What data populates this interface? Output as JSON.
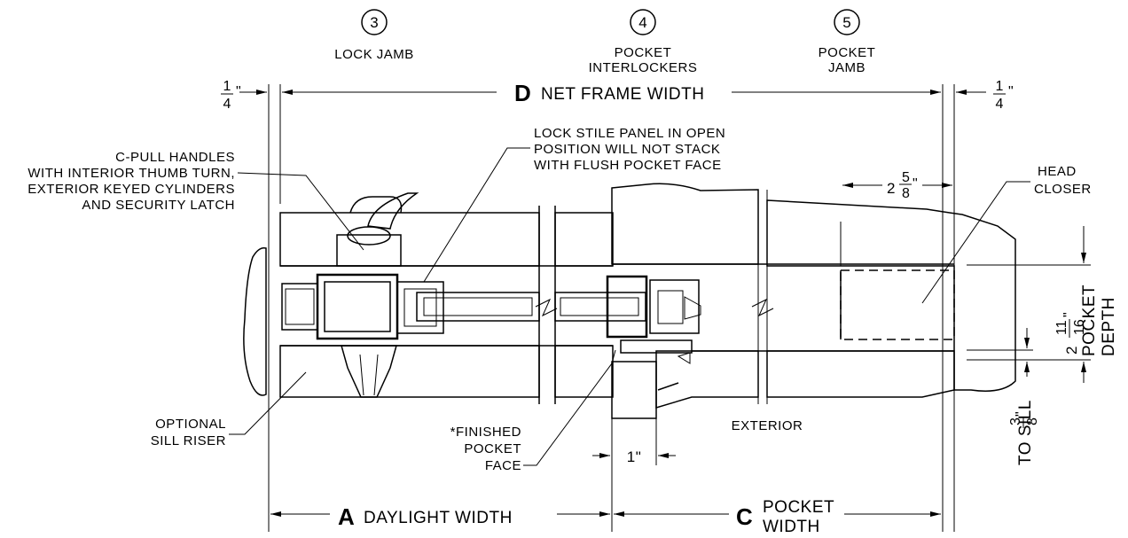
{
  "callouts": {
    "c3": {
      "num": "3",
      "label": "LOCK JAMB"
    },
    "c4": {
      "num": "4",
      "label_line1": "POCKET",
      "label_line2": "INTERLOCKERS"
    },
    "c5": {
      "num": "5",
      "label_line1": "POCKET",
      "label_line2": "JAMB"
    }
  },
  "dims": {
    "quarter_left": {
      "num": "1",
      "den": "4",
      "unit": "\""
    },
    "quarter_right": {
      "num": "1",
      "den": "4",
      "unit": "\""
    },
    "net_frame": {
      "letter": "D",
      "text": "NET FRAME WIDTH"
    },
    "daylight": {
      "letter": "A",
      "text": "DAYLIGHT WIDTH"
    },
    "pocket_width": {
      "letter": "C",
      "line1": "POCKET",
      "line2": "WIDTH"
    },
    "head_dim": {
      "whole": "2",
      "num": "5",
      "den": "8",
      "unit": "\""
    },
    "pocket_depth": {
      "whole": "2",
      "num": "11",
      "den": "16",
      "unit": "\"",
      "line1": "POCKET",
      "line2": "DEPTH"
    },
    "to_sill": {
      "num": "3",
      "den": "8",
      "unit": "\"",
      "text": "TO SILL"
    },
    "one_inch": "1\""
  },
  "notes": {
    "cpull": [
      "C-PULL HANDLES",
      "WITH INTERIOR THUMB TURN,",
      "EXTERIOR KEYED CYLINDERS",
      "AND SECURITY LATCH"
    ],
    "lock_stile": [
      "LOCK STILE PANEL IN OPEN",
      "POSITION WILL NOT STACK",
      "WITH FLUSH POCKET FACE"
    ],
    "head_closer": [
      "HEAD",
      "CLOSER"
    ],
    "sill_riser": [
      "OPTIONAL",
      "SILL RISER"
    ],
    "finished_pocket": [
      "*FINISHED",
      "POCKET",
      "FACE"
    ],
    "exterior": "EXTERIOR"
  }
}
